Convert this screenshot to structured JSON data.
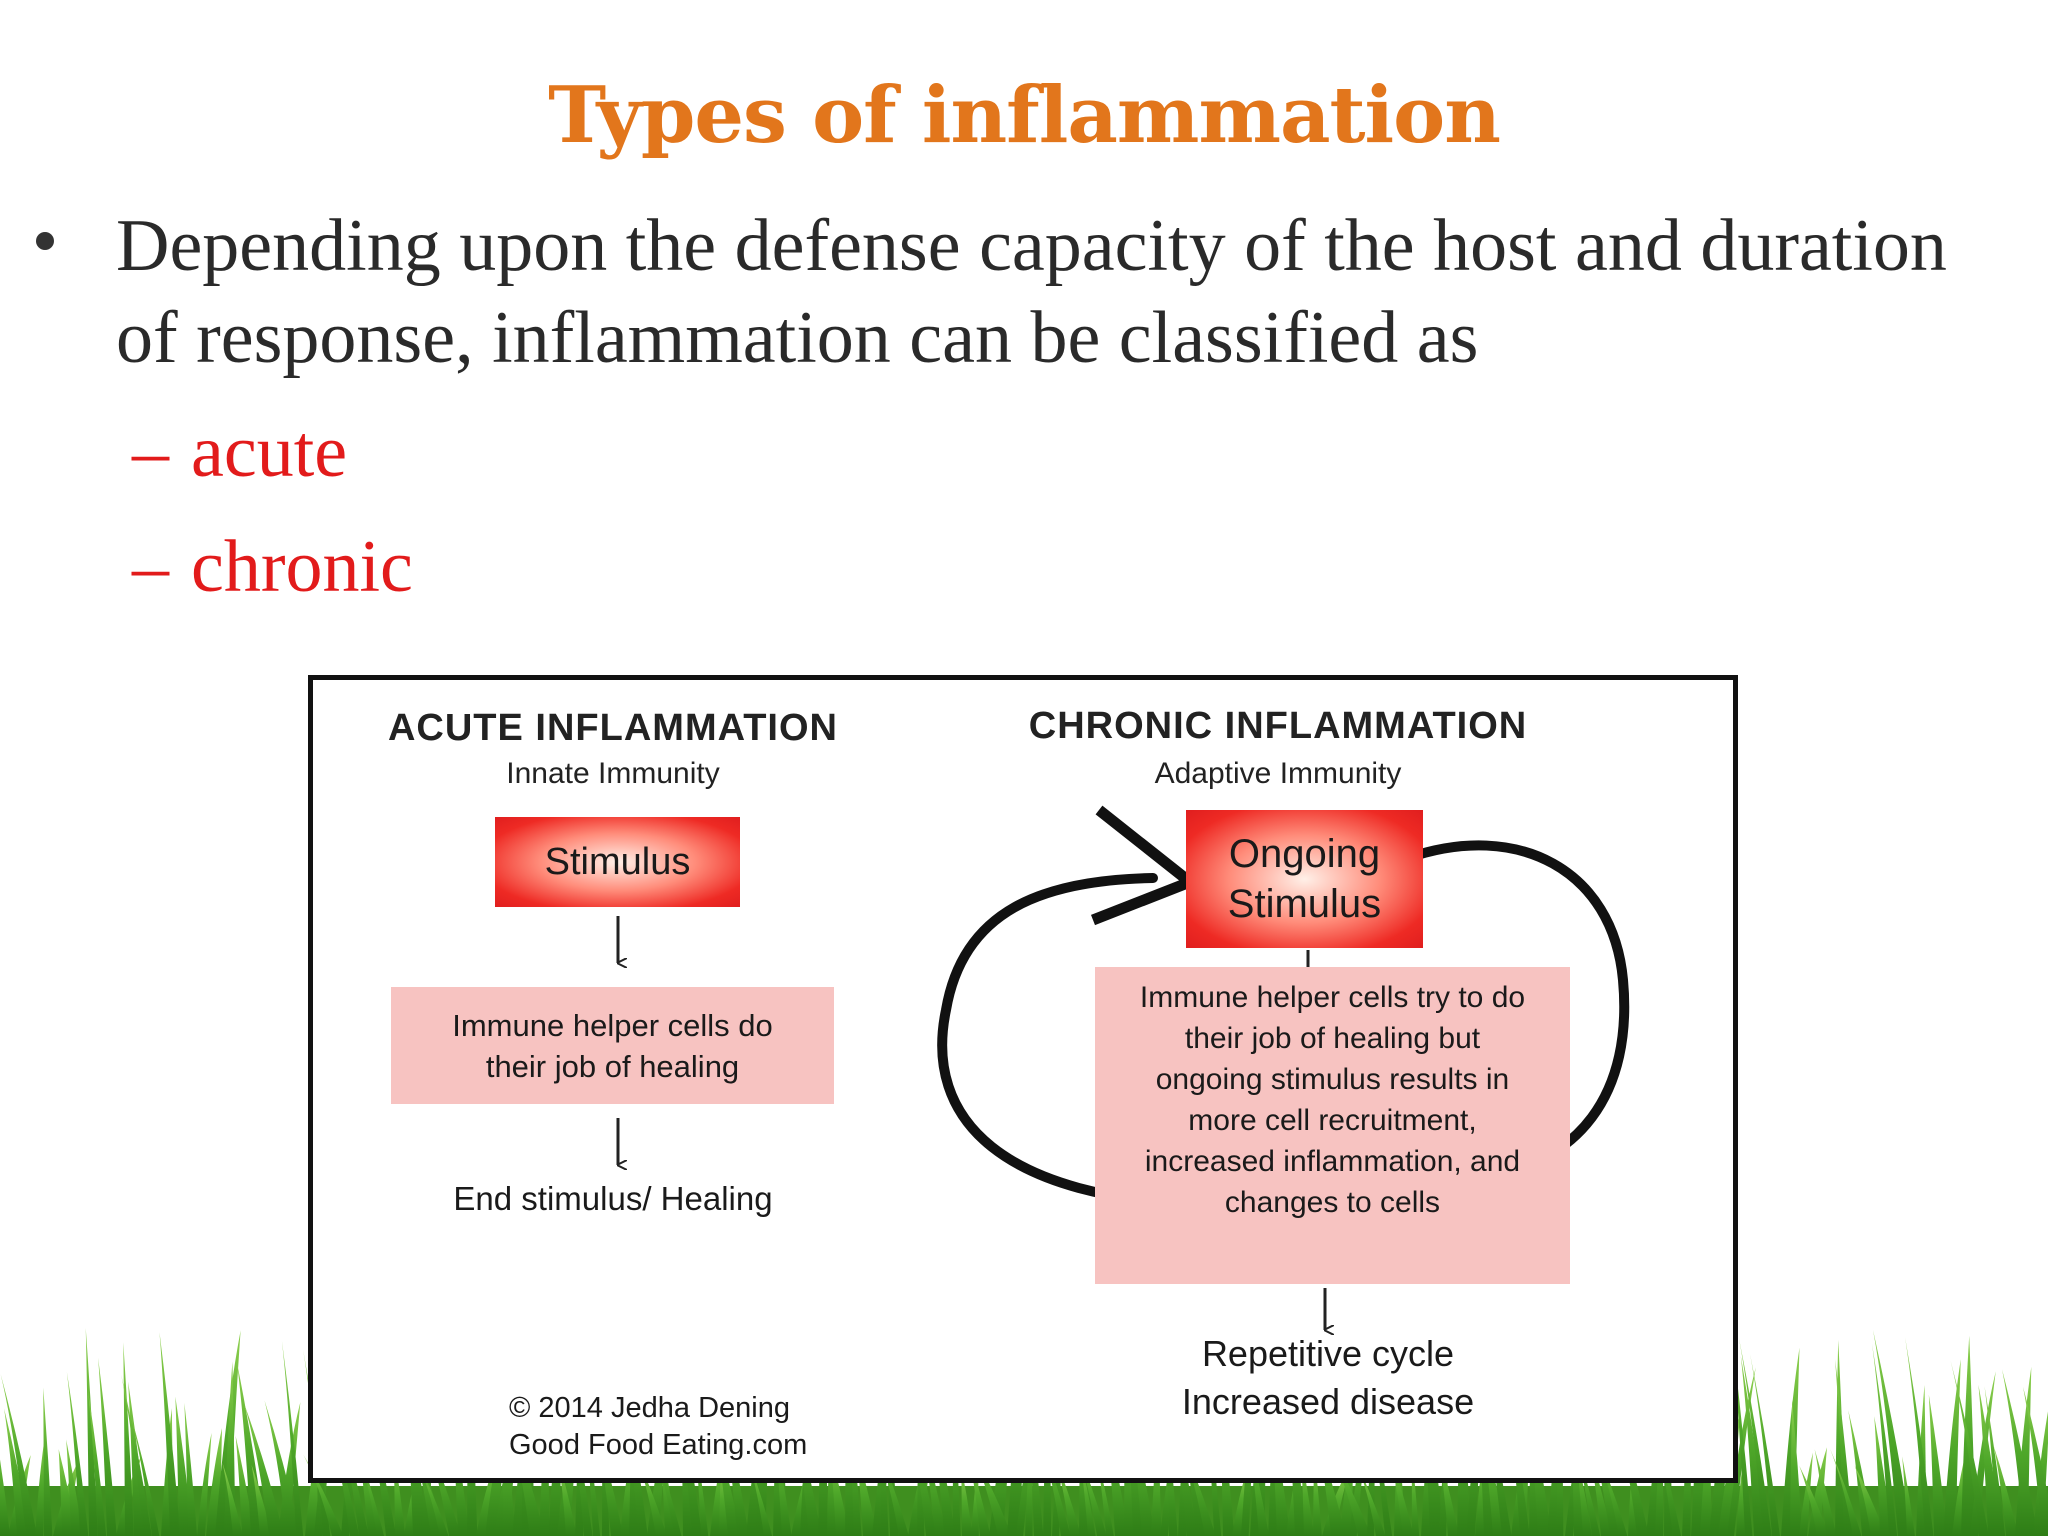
{
  "slide": {
    "title": "Types of inflammation",
    "bullet": "Depending upon the defense capacity of the host and duration of response, inflammation can be classified as",
    "sub_items": [
      {
        "dash": "–",
        "label": "acute"
      },
      {
        "dash": "–",
        "label": "chronic"
      }
    ]
  },
  "figure": {
    "acute": {
      "heading": "ACUTE INFLAMMATION",
      "subheading": "Innate Immunity",
      "stimulus": "Stimulus",
      "process": "Immune helper cells do their job of healing",
      "outcome": "End stimulus/ Healing"
    },
    "chronic": {
      "heading": "CHRONIC INFLAMMATION",
      "subheading": "Adaptive Immunity",
      "stimulus_line1": "Ongoing",
      "stimulus_line2": "Stimulus",
      "process": "Immune helper cells try to do their job of healing but ongoing stimulus results in more cell recruitment, increased inflammation, and changes to cells",
      "outcome_line1": "Repetitive cycle",
      "outcome_line2": "Increased disease"
    },
    "credit_line1": "© 2014 Jedha Dening",
    "credit_line2": "Good Food Eating.com",
    "colors": {
      "stimulus_red": "#e8201e",
      "process_pink": "#f7c3c1",
      "title_orange": "#e2761c",
      "sub_item_red": "#e21b1b",
      "grass_green": "#4fa82a"
    }
  }
}
